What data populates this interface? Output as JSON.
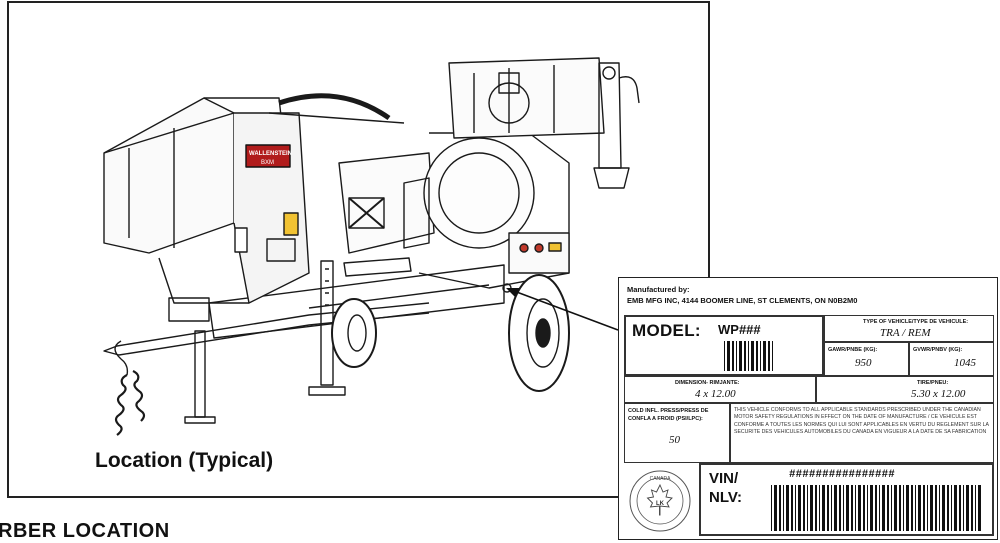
{
  "figure": {
    "caption": "Location (Typical)",
    "brand_decal": "WALLENSTEIN",
    "model_decal": "BXM"
  },
  "section_heading": "RBER LOCATION",
  "plate": {
    "manufactured_by_label": "Manufactured by:",
    "manufacturer_address": "EMB MFG INC, 4144 BOOMER LINE, ST CLEMENTS, ON  N0B2M0",
    "model_label": "MODEL:",
    "model_value": "WP###",
    "vehicle_type_label": "TYPE OF VEHICLE/TYPE DE VEHICULE:",
    "vehicle_type_value": "TRA / REM",
    "gawr_label": "GAWR/PNBE (KG):",
    "gawr_value": "950",
    "gvwr_label": "GVWR/PNBV (KG):",
    "gvwr_value": "1045",
    "dimension_label": "DIMENSION- RIMJANTE:",
    "dimension_value": "4 x 12.00",
    "tire_label": "TIRE/PNEU:",
    "tire_value": "5.30 x 12.00",
    "pressure_label": "COLD INFL. PRESS/PRESS DE CONFLA A FROID (PSI/LPC):",
    "pressure_value": "50",
    "statement": "THIS VEHICLE CONFORMS TO ALL APPLICABLE STANDARDS PRESCRIBED UNDER THE CANADIAN MOTOR SAFETY REGULATIONS IN EFFECT ON THE DATE OF MANUFACTURE / CE VEHICULE EST CONFORME A TOUTES LES NORMES QUI LUI SONT APPLICABLES EN VERTU DU REGLEMENT SUR LA SECURITE DES VEHICULES AUTOMOBILES DU CANADA EN VIGUEUR A LA DATE DE SA FABRICATION",
    "seal_top": "CANADA",
    "seal_number": "LK",
    "vin_label": "VIN/\nNLV:",
    "vin_value": "################"
  }
}
